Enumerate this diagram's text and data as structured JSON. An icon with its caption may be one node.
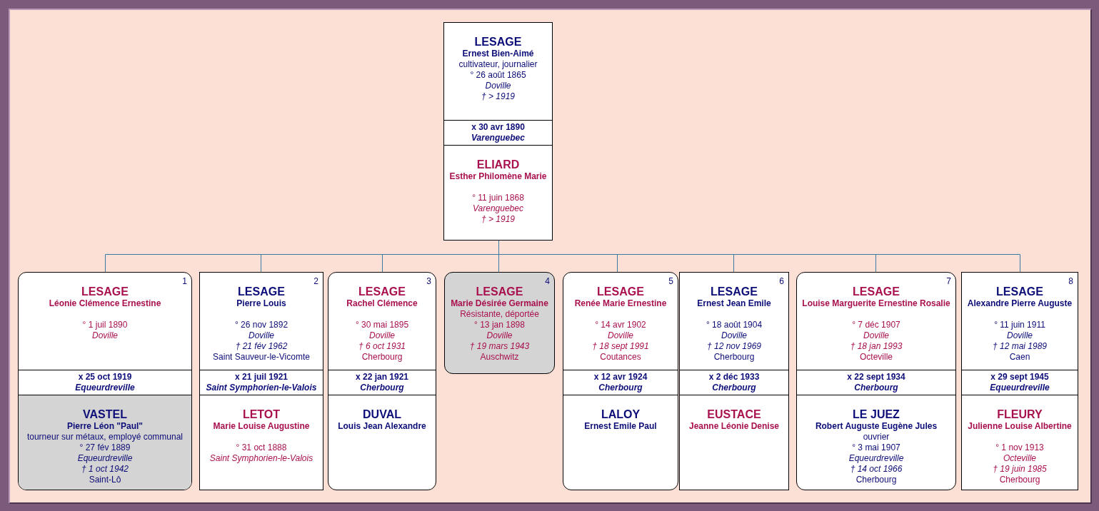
{
  "diagram": {
    "nodes": [
      {
        "text": [],
        "shape": "box"
      },
      {
        "text": [
          "LESAGE",
          "Ernest Bien-Aimé",
          "cultivateur, journalier",
          "° 26 août 1865",
          "Doville",
          "† > 1919"
        ],
        "in": 0
      },
      {
        "text": [
          "x 30 avr 1890",
          "Varenguebec"
        ],
        "in": 0
      },
      {
        "text": [
          "ELIARD",
          "Esther Philomène Marie",
          "° 11 juin 1868",
          "Varenguebec",
          "† > 1919"
        ],
        "in": 0
      },
      {
        "text": [],
        "shape": "box"
      },
      {
        "text": [
          "1",
          "LESAGE",
          "Léonie Clémence Ernestine",
          "° 1 juil 1890",
          "Doville"
        ],
        "in": 4
      },
      {
        "text": [
          "x 25 oct 1919",
          "Equeurdreville"
        ],
        "in": 4
      },
      {
        "text": [
          "VASTEL",
          "Pierre Léon \"Paul\"",
          "tourneur sur métaux, employé communal",
          "° 27 fév 1889",
          "Equeurdreville",
          "† 1 oct 1942",
          "Saint-Lô"
        ],
        "in": 4
      },
      {
        "text": [],
        "shape": "box"
      },
      {
        "text": [
          "2",
          "LESAGE",
          "Pierre Louis",
          "° 26 nov 1892",
          "Doville",
          "† 21 fév 1962",
          "Saint Sauveur-le-Vicomte"
        ],
        "in": 8
      },
      {
        "text": [
          "x 21 juil 1921",
          "Saint Symphorien-le-Valois"
        ],
        "in": 8
      },
      {
        "text": [
          "LETOT",
          "Marie Louise Augustine",
          "° 31 oct 1888",
          "Saint Symphorien-le-Valois"
        ],
        "in": 8
      },
      {
        "text": [],
        "shape": "box"
      },
      {
        "text": [
          "3",
          "LESAGE",
          "Rachel Clémence",
          "° 30 mai 1895",
          "Doville",
          "† 6 oct 1931",
          "Cherbourg"
        ],
        "in": 12
      },
      {
        "text": [
          "x 22 jan 1921",
          "Cherbourg"
        ],
        "in": 12
      },
      {
        "text": [
          "DUVAL",
          "Louis Jean Alexandre"
        ],
        "in": 12
      },
      {
        "text": [
          "4",
          "LESAGE",
          "Marie Désirée Germaine",
          "Résistante, déportée",
          "° 13 jan 1898",
          "Doville",
          "† 19 mars 1943",
          "Auschwitz"
        ]
      },
      {
        "text": [],
        "shape": "box"
      },
      {
        "text": [
          "5",
          "LESAGE",
          "Renée Marie Ernestine",
          "° 14 avr 1902",
          "Doville",
          "† 18 sept 1991",
          "Coutances"
        ],
        "in": 17
      },
      {
        "text": [
          "x 12 avr 1924",
          "Cherbourg"
        ],
        "in": 17
      },
      {
        "text": [
          "LALOY",
          "Ernest Emile Paul"
        ],
        "in": 17
      },
      {
        "text": [],
        "shape": "box"
      },
      {
        "text": [
          "6",
          "LESAGE",
          "Ernest Jean Emile",
          "° 18 août 1904",
          "Doville",
          "† 12 nov 1969",
          "Cherbourg"
        ],
        "in": 21
      },
      {
        "text": [
          "x 2 déc 1933",
          "Cherbourg"
        ],
        "in": 21
      },
      {
        "text": [
          "EUSTACE",
          "Jeanne Léonie Denise"
        ],
        "in": 21
      },
      {
        "text": [],
        "shape": "box"
      },
      {
        "text": [
          "7",
          "LESAGE",
          "Louise Marguerite Ernestine Rosalie",
          "° 7 déc 1907",
          "Doville",
          "† 18 jan 1993",
          "Octeville"
        ],
        "in": 25
      },
      {
        "text": [
          "x 22 sept 1934",
          "Cherbourg"
        ],
        "in": 25
      },
      {
        "text": [
          "LE JUEZ",
          "Robert Auguste Eugène Jules",
          "ouvrier",
          "° 3 mai 1907",
          "Equeurdreville",
          "† 14 oct 1966",
          "Cherbourg"
        ],
        "in": 25
      },
      {
        "text": [],
        "shape": "box"
      },
      {
        "text": [
          "8",
          "LESAGE",
          "Alexandre Pierre Auguste",
          "° 11 juin 1911",
          "Doville",
          "† 12 mai 1989",
          "Caen"
        ],
        "in": 29
      },
      {
        "text": [
          "x 29 sept 1945",
          "Equeurdreville"
        ],
        "in": 29
      },
      {
        "text": [
          "FLEURY",
          "Julienne Louise Albertine",
          "° 1 nov 1913",
          "Octeville",
          "† 19 juin 1985",
          "Cherbourg"
        ],
        "in": 29
      }
    ],
    "edges": [
      {
        "from": 0,
        "to": 4,
        "arrow": "none"
      },
      {
        "from": 0,
        "to": 8,
        "arrow": "none"
      },
      {
        "from": 0,
        "to": 12,
        "arrow": "none"
      },
      {
        "from": 0,
        "to": 16,
        "arrow": "none"
      },
      {
        "from": 0,
        "to": 17,
        "arrow": "none"
      },
      {
        "from": 0,
        "to": 21,
        "arrow": "none"
      },
      {
        "from": 0,
        "to": 25,
        "arrow": "none"
      },
      {
        "from": 0,
        "to": 29,
        "arrow": "none"
      }
    ]
  }
}
